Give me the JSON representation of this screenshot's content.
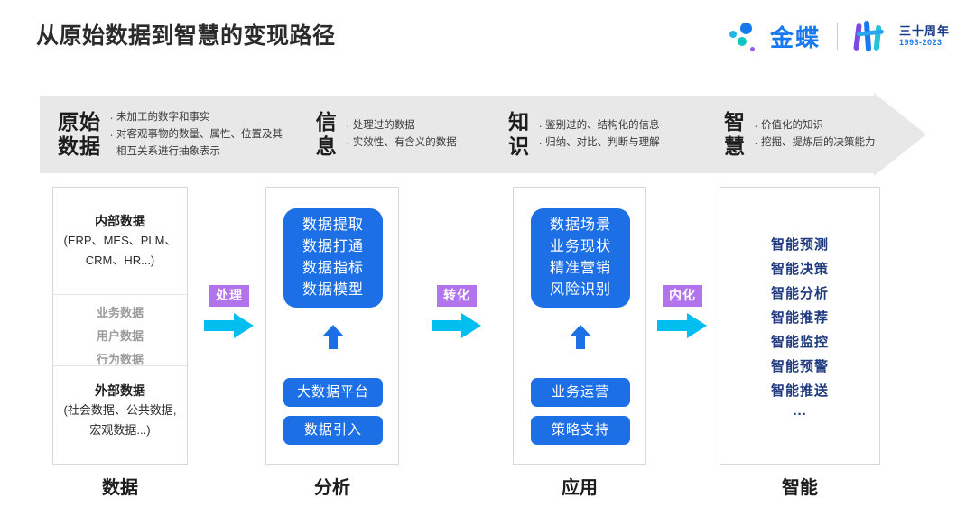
{
  "header": {
    "title": "从原始数据到智慧的变现路径",
    "brand": {
      "name": "金蝶",
      "anniversary_cn": "三十周年",
      "anniversary_years": "1993-2023"
    }
  },
  "colors": {
    "accent_blue": "#1d6fe6",
    "cyan_arrow": "#00bff0",
    "purple_label": "#b174ec",
    "navy_text": "#1f3a7e",
    "banner_gray": "#e8e8e8",
    "brand_blue": "#1878f0"
  },
  "banner": {
    "stages": [
      {
        "term": "原始\n数据",
        "term_line1": "原始",
        "term_line2": "数据",
        "points": [
          "未加工的数字和事实",
          "对客观事物的数量、属性、位置及其相互关系进行抽象表示"
        ]
      },
      {
        "term_line1": "信",
        "term_line2": "息",
        "points": [
          "处理过的数据",
          "实效性、有含义的数据"
        ]
      },
      {
        "term_line1": "知",
        "term_line2": "识",
        "points": [
          "鉴别过的、结构化的信息",
          "归纳、对比、判断与理解"
        ]
      },
      {
        "term_line1": "智",
        "term_line2": "慧",
        "points": [
          "价值化的知识",
          "挖掘、提炼后的决策能力"
        ]
      }
    ]
  },
  "columns": [
    {
      "footer": "数据",
      "top_title": "内部数据",
      "top_sub_line1": "(ERP、MES、PLM、",
      "top_sub_line2": "CRM、HR...)",
      "middle_items": [
        "业务数据",
        "用户数据",
        "行为数据"
      ],
      "bottom_title": "外部数据",
      "bottom_sub_line1": "(社会数据、公共数据,",
      "bottom_sub_line2": "宏观数据...)"
    },
    {
      "footer": "分析",
      "box_items": [
        "数据提取",
        "数据打通",
        "数据指标",
        "数据模型"
      ],
      "pills": [
        "大数据平台",
        "数据引入"
      ]
    },
    {
      "footer": "应用",
      "box_items": [
        "数据场景",
        "业务现状",
        "精准营销",
        "风险识别"
      ],
      "pills": [
        "业务运营",
        "策略支持"
      ]
    },
    {
      "footer": "智能",
      "items": [
        "智能预测",
        "智能决策",
        "智能分析",
        "智能推荐",
        "智能监控",
        "智能预警",
        "智能推送"
      ],
      "ellipsis": "···"
    }
  ],
  "connectors": [
    {
      "label": "处理"
    },
    {
      "label": "转化"
    },
    {
      "label": "内化"
    }
  ]
}
